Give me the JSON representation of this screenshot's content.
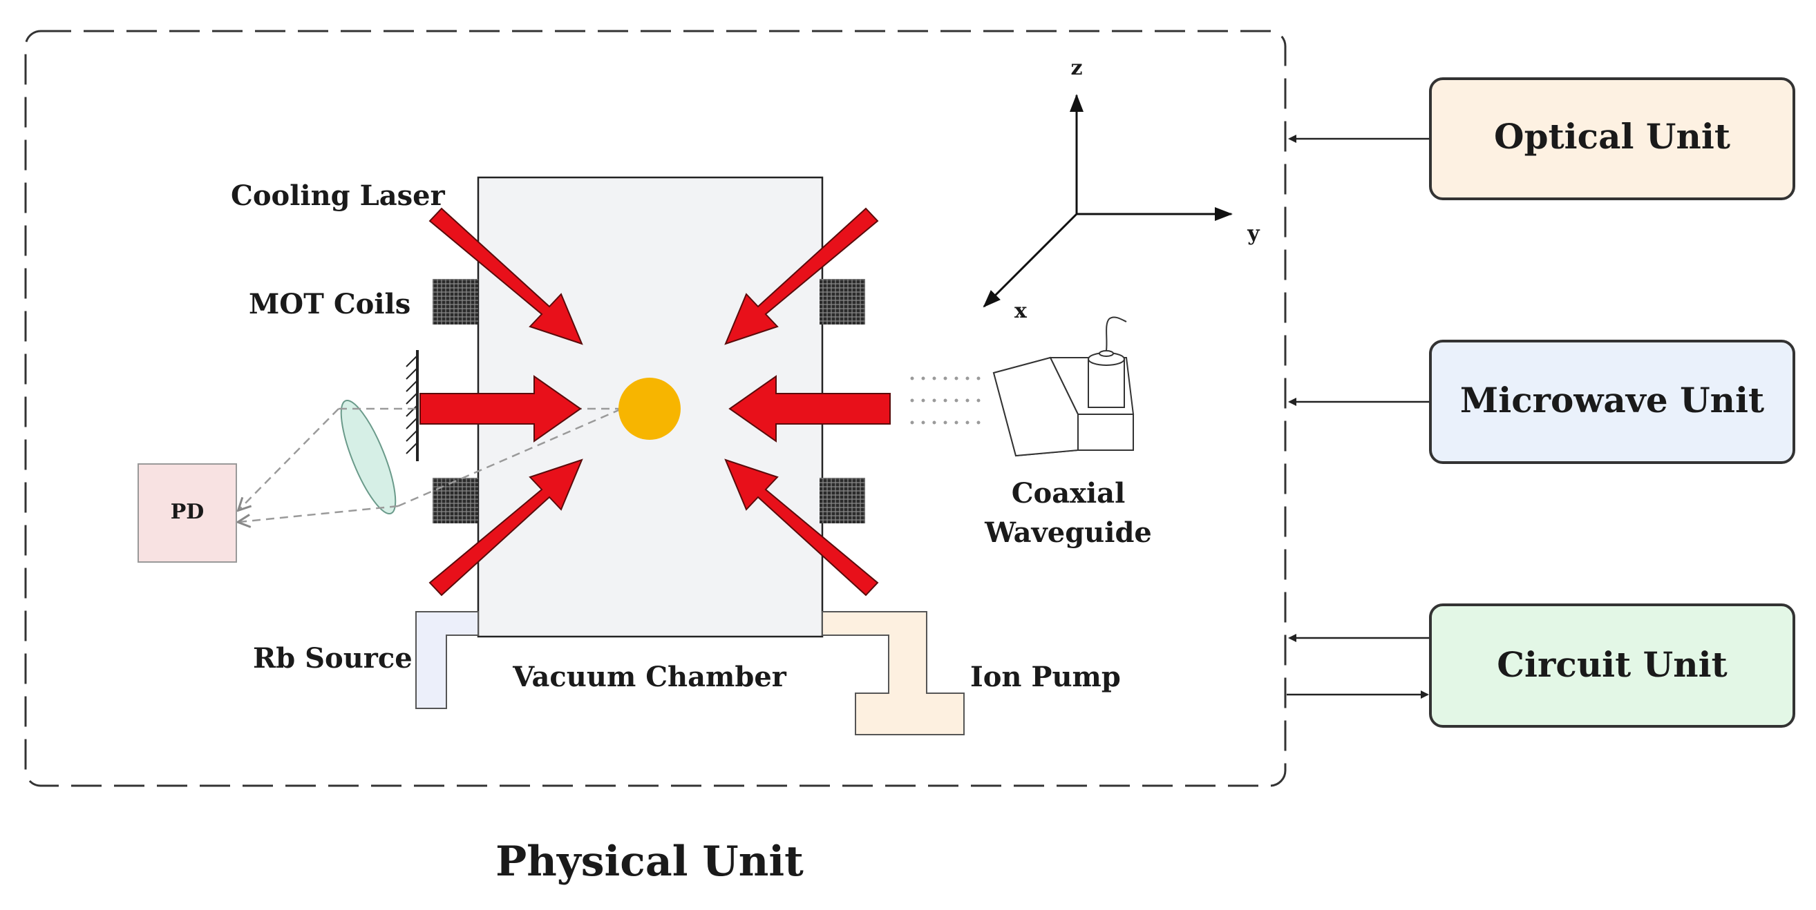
{
  "physical_unit": {
    "title": "Physical Unit",
    "labels": {
      "cooling_laser": "Cooling Laser",
      "mot_coils": "MOT Coils",
      "pd": "PD",
      "rb_source": "Rb Source",
      "vacuum_chamber": "Vacuum Chamber",
      "ion_pump": "Ion Pump",
      "coaxial": "Coaxial",
      "waveguide": "Waveguide"
    },
    "axes": {
      "z": "z",
      "y": "y",
      "x": "x"
    }
  },
  "external_units": [
    {
      "id": "optical",
      "label": "Optical Unit",
      "fill": "#fdf1e2"
    },
    {
      "id": "microwave",
      "label": "Microwave Unit",
      "fill": "#eaf1fb"
    },
    {
      "id": "circuit",
      "label": "Circuit Unit",
      "fill": "#e3f7e6"
    }
  ],
  "colors": {
    "laser_arrow": "#e8101a",
    "atom_cloud": "#f7b500",
    "chamber": "#f2f3f5",
    "pd_box": "#f8e2e2",
    "lens": "#d6efe6",
    "rb_source": "#eceffa",
    "ion_pump": "#fdf0e0"
  }
}
